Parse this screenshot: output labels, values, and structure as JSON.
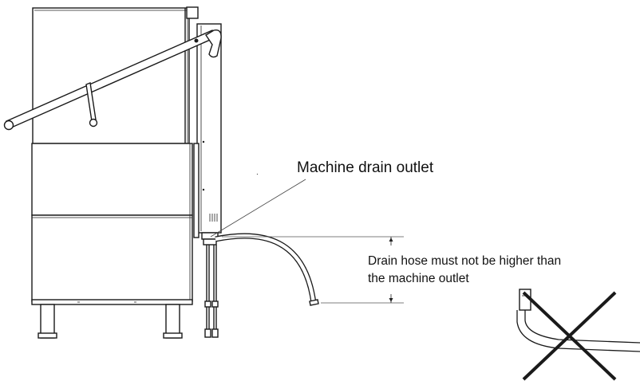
{
  "labels": {
    "drain_outlet": "Machine drain outlet",
    "hose_line1": "Drain hose must not be higher than",
    "hose_line2": "the machine outlet"
  },
  "colors": {
    "line": "#1a1a1a",
    "background": "#ffffff"
  }
}
